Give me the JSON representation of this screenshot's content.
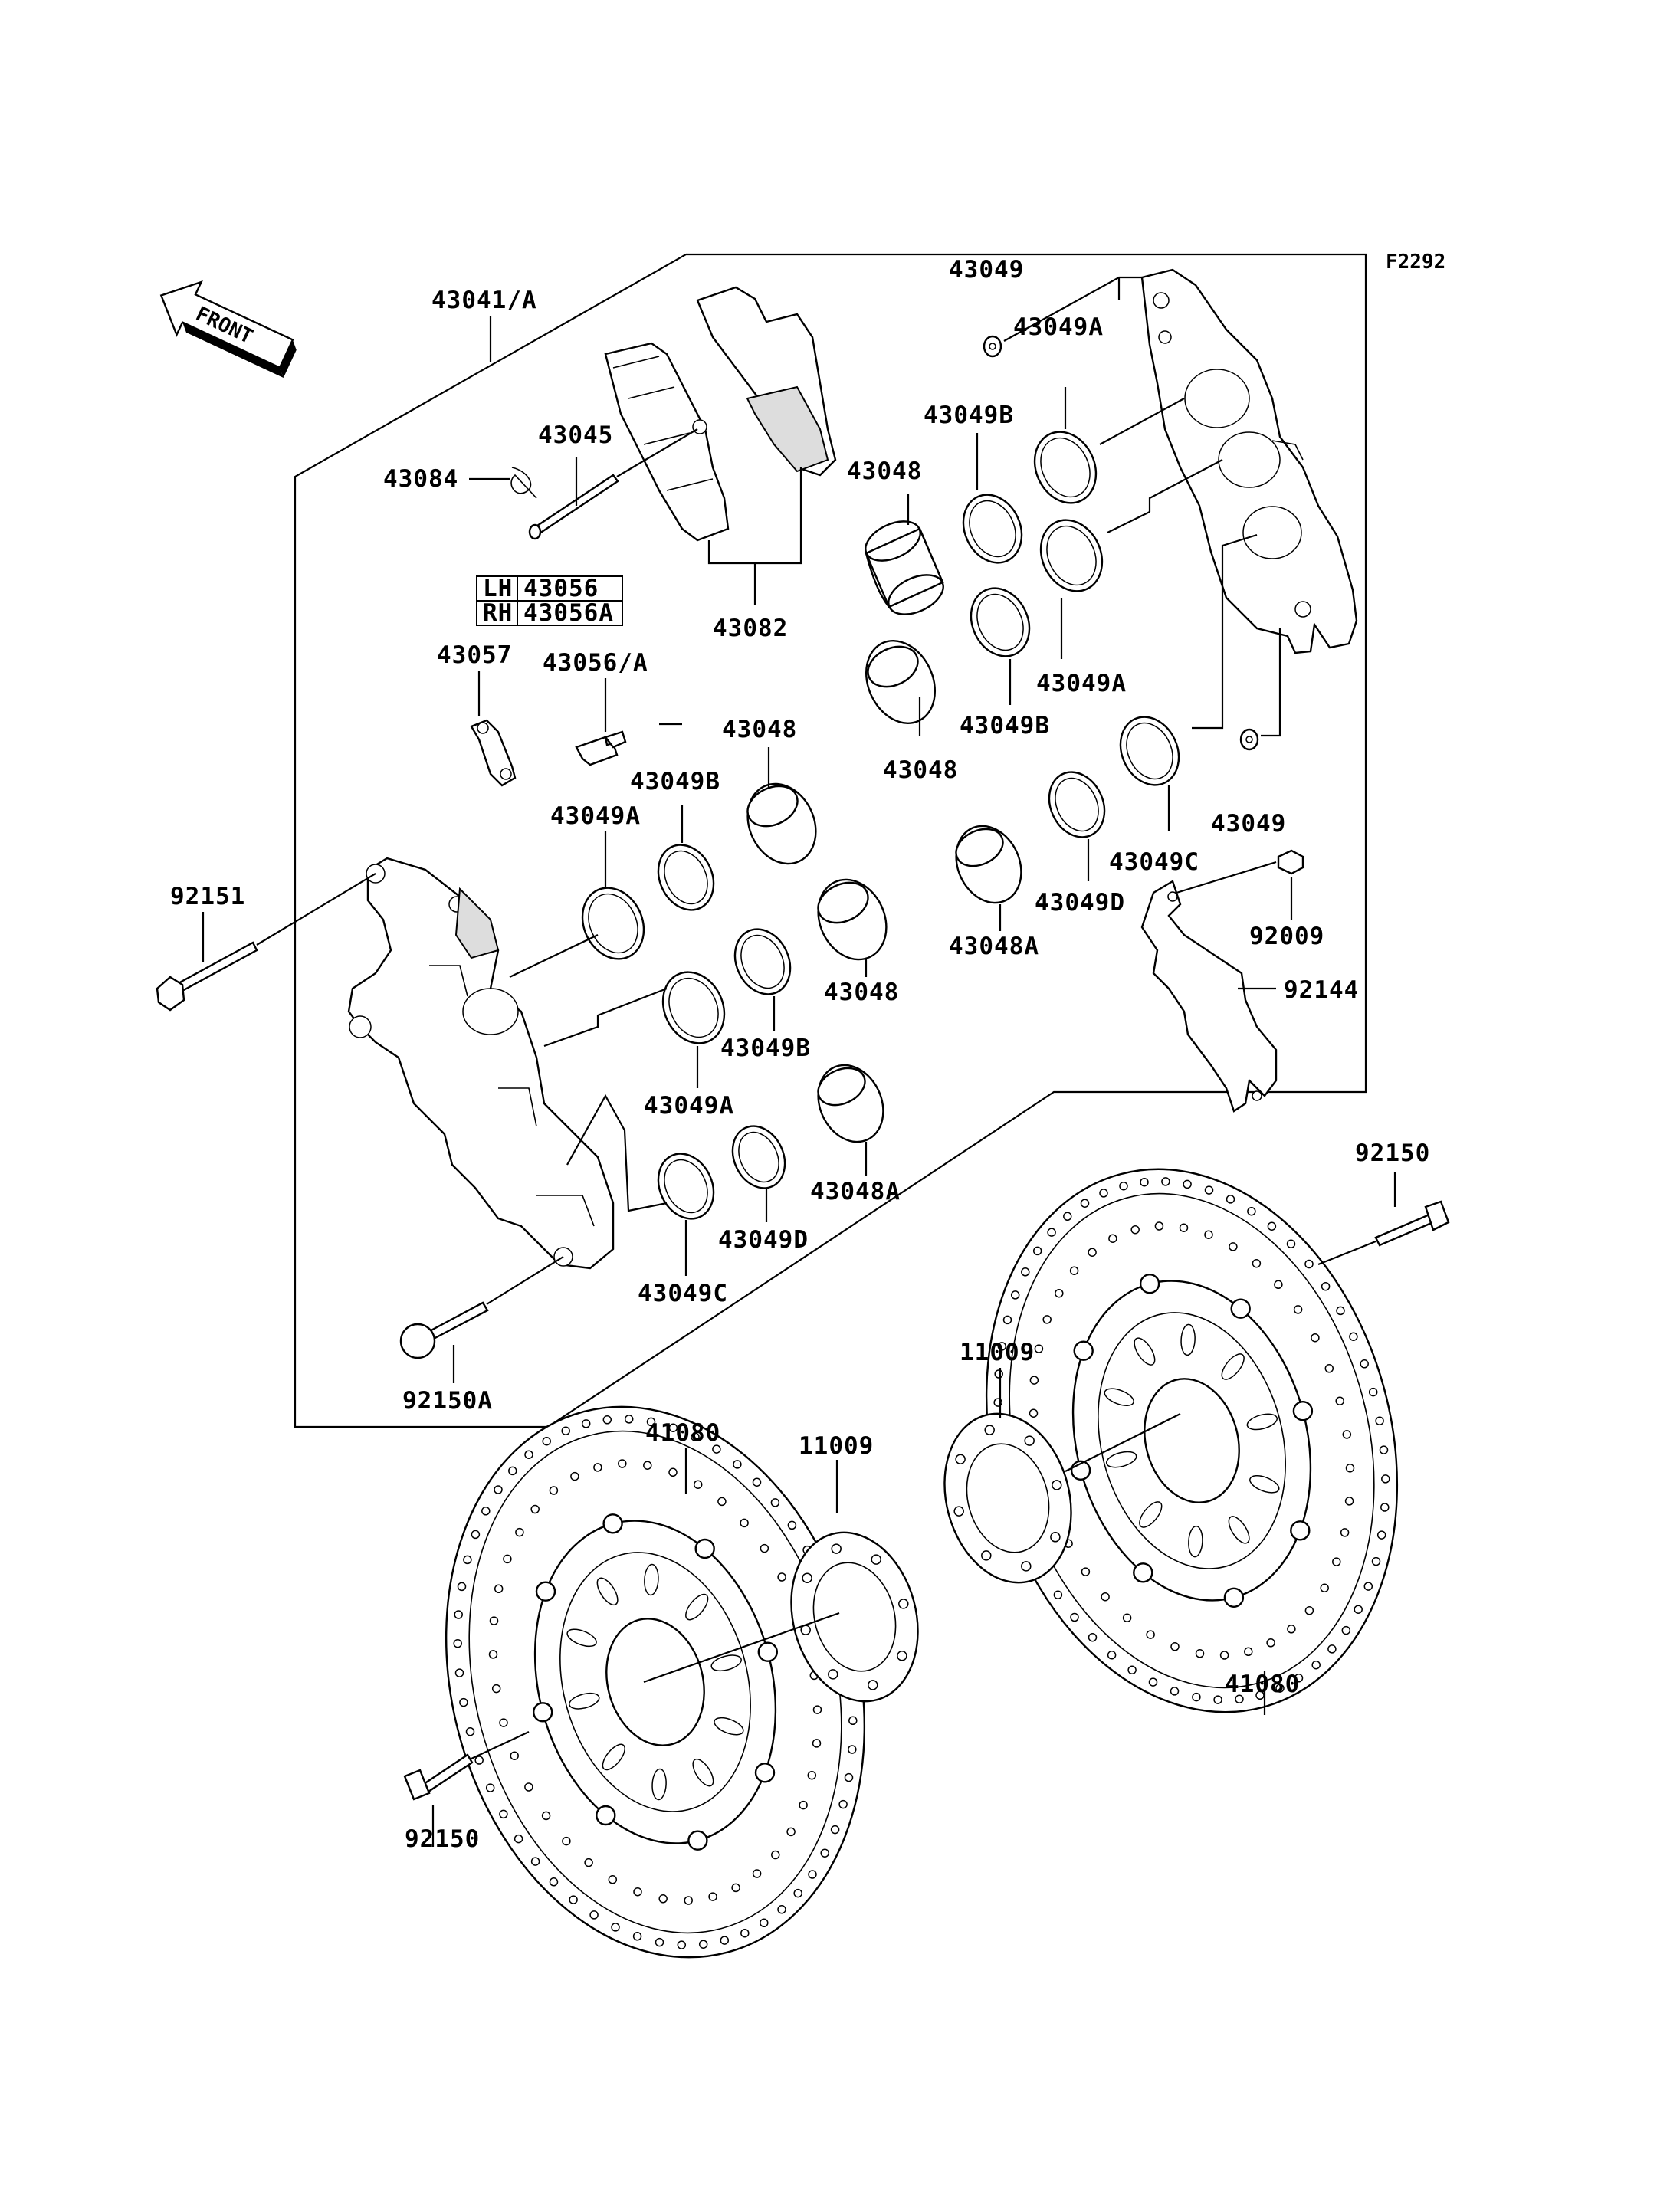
{
  "diagram_code": "F2292",
  "front_arrow_label": "FRONT",
  "side_table": [
    {
      "side": "LH",
      "part": "43056"
    },
    {
      "side": "RH",
      "part": "43056A"
    }
  ],
  "labels": {
    "p43041": "43041/A",
    "p43049_top": "43049",
    "p43049A_top": "43049A",
    "p43049B_top": "43049B",
    "p43045": "43045",
    "p43084": "43084",
    "p43048_top": "43048",
    "p43082": "43082",
    "p43049A_mid": "43049A",
    "p43049B_mid": "43049B",
    "p43048_mid": "43048",
    "p43057": "43057",
    "p43056A": "43056/A",
    "p43048_left": "43048",
    "p43049B_left": "43049B",
    "p43049A_left": "43049A",
    "p43049_right": "43049",
    "p43049C_right": "43049C",
    "p92151": "92151",
    "p43049D_right": "43049D",
    "p92009": "92009",
    "p43048A_right": "43048A",
    "p43048_center": "43048",
    "p92144": "92144",
    "p43049B_center": "43049B",
    "p43049A_center": "43049A",
    "p43048A_center": "43048A",
    "p43049D_center": "43049D",
    "p43049C_center": "43049C",
    "p92150_right": "92150",
    "p92150A": "92150A",
    "p11009_right": "11009",
    "p41080_left": "41080",
    "p11009_left": "11009",
    "p41080_right": "41080",
    "p92150_left": "92150"
  }
}
